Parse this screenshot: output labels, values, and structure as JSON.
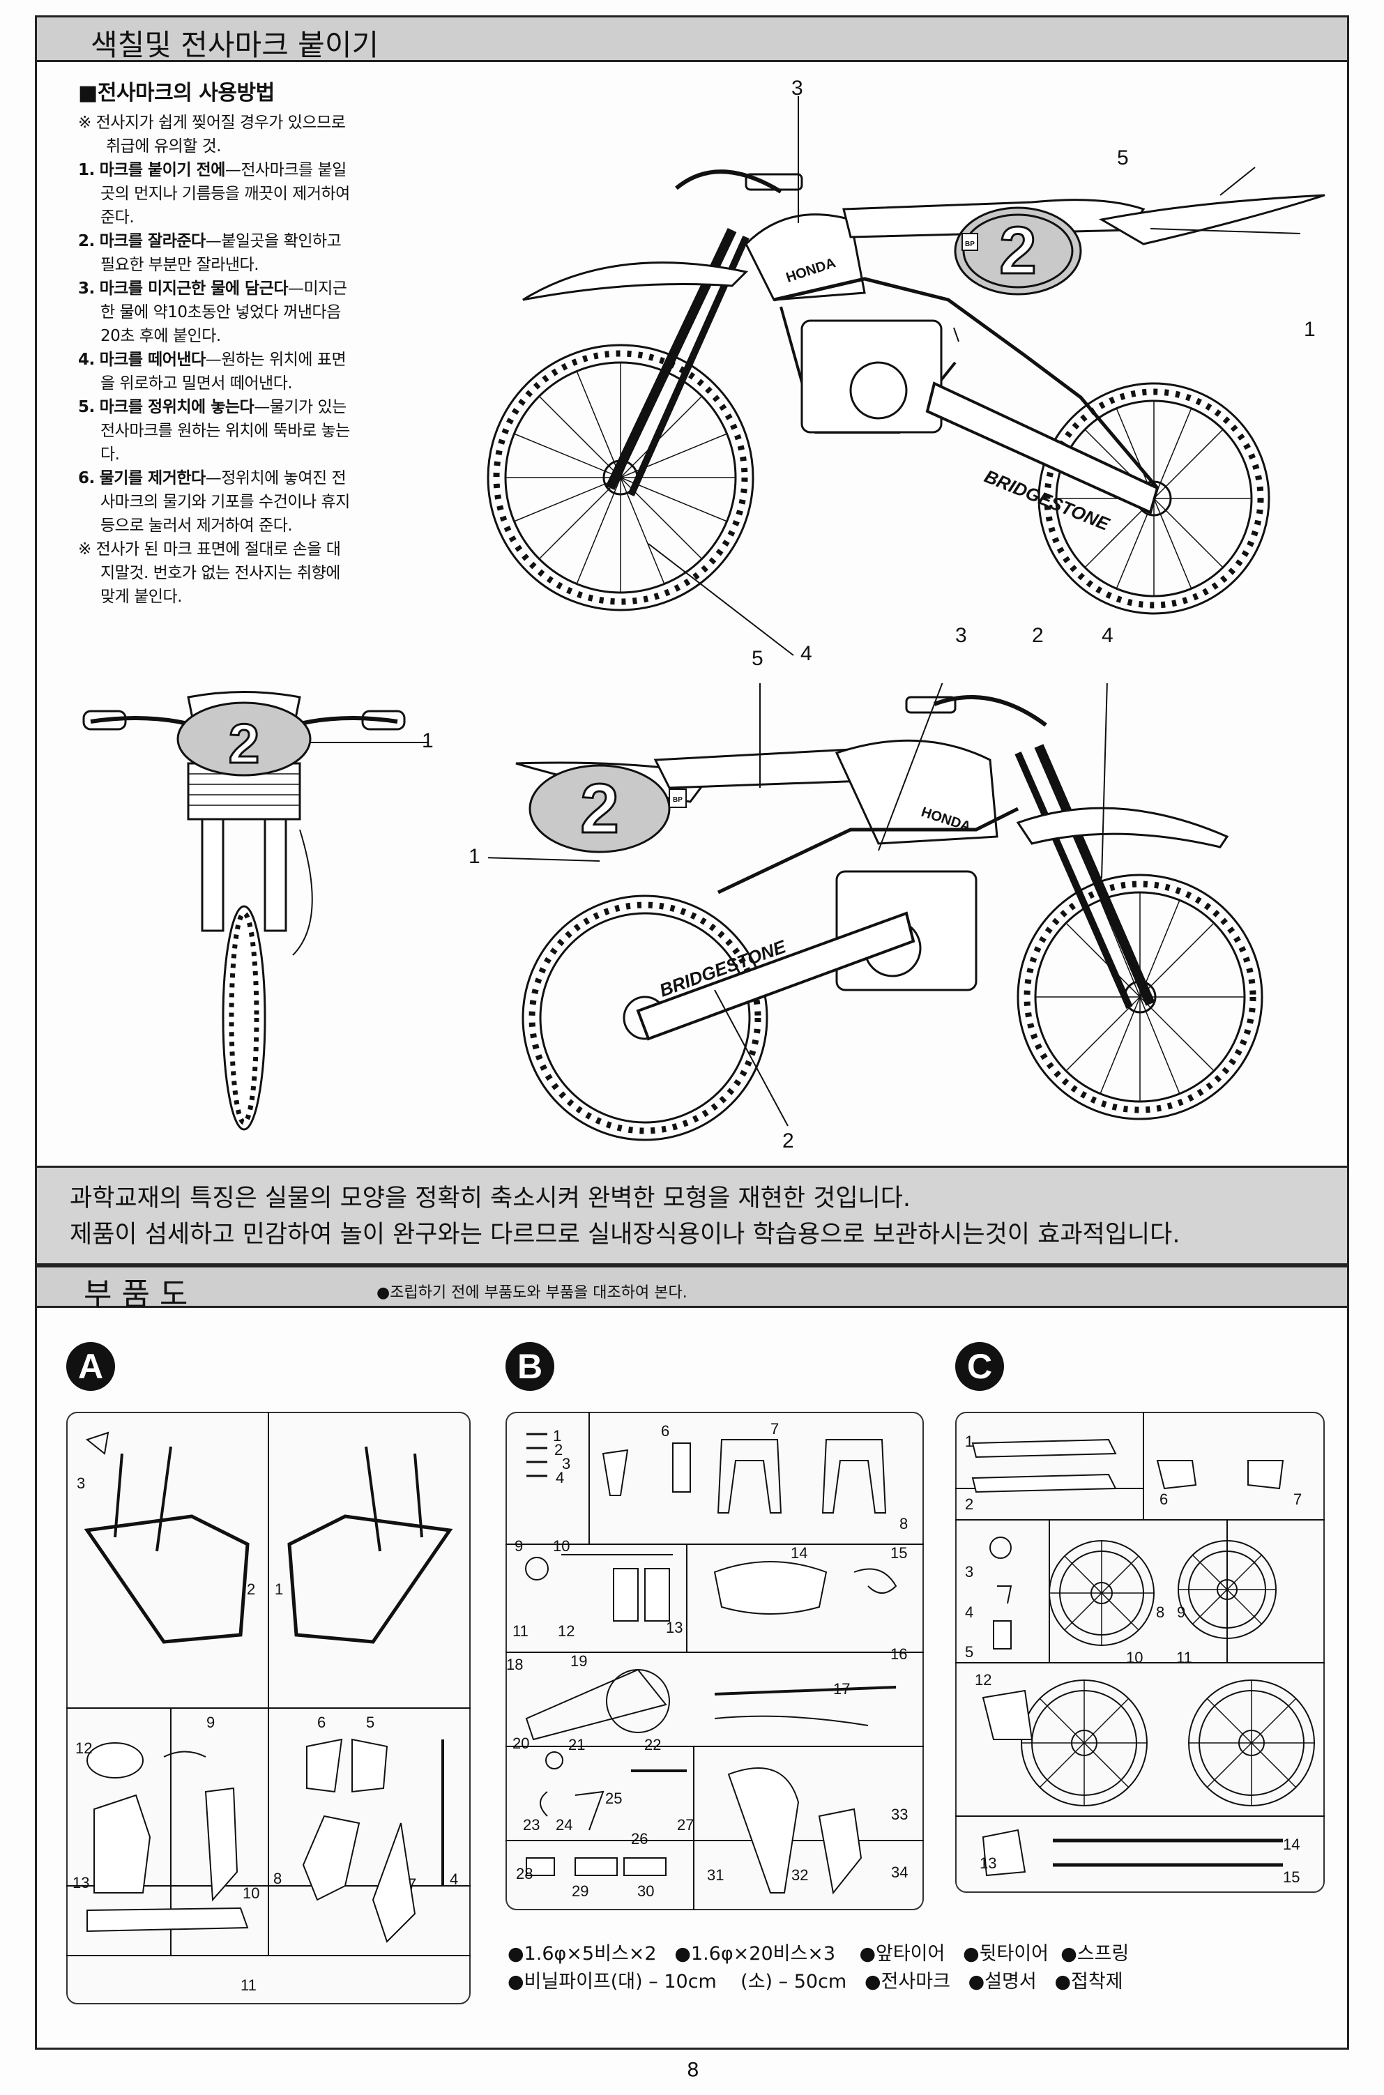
{
  "sec1": {
    "title": "색칠및 전사마크 붙이기",
    "decal": {
      "heading": "■전사마크의 사용방법",
      "note1_a": "※ 전사지가 쉽게 찢어질 경우가 있으므로",
      "note1_b": "취급에 유의할 것.",
      "steps": [
        {
          "n": "1.",
          "bold": "마크를 붙이기 전에",
          "lines": [
            "—전사마크를 붙일",
            "곳의 먼지나 기름등을 깨끗이 제거하여",
            "준다."
          ]
        },
        {
          "n": "2.",
          "bold": "마크를 잘라준다",
          "lines": [
            "—붙일곳을  확인하고",
            "필요한 부분만 잘라낸다."
          ]
        },
        {
          "n": "3.",
          "bold": "마크를 미지근한 물에 담근다",
          "lines": [
            "—미지근",
            "한 물에 약10초동안 넣었다 꺼낸다음",
            "20초 후에 붙인다."
          ]
        },
        {
          "n": "4.",
          "bold": "마크를 떼어낸다",
          "lines": [
            "—원하는 위치에 표면",
            "을 위로하고 밀면서 떼어낸다."
          ]
        },
        {
          "n": "5.",
          "bold": "마크를 정위치에 놓는다",
          "lines": [
            "—물기가 있는",
            "전사마크를 원하는 위치에 뚝바로 놓는",
            "다."
          ]
        },
        {
          "n": "6.",
          "bold": "물기를 제거한다",
          "lines": [
            "—정위치에 놓여진 전",
            "사마크의 물기와 기포를 수건이나 휴지",
            "등으로 눌러서 제거하여 준다."
          ]
        }
      ],
      "note2": [
        "※ 전사가 된 마크 표면에 절대로 손을 대",
        "지말것.  번호가 없는 전사지는 취향에",
        "맞게 붙인다."
      ]
    },
    "bike_number": "2",
    "brand_tank": "HONDA",
    "brand_swingarm": "BRIDGESTONE",
    "bp": "BP",
    "callouts_top": [
      "3",
      "5",
      "1",
      "4",
      "3",
      "2",
      "4"
    ],
    "callouts_front": [
      "1"
    ],
    "callouts_bottom": [
      "5",
      "1",
      "2"
    ],
    "footer_line1": "과학교재의 특징은 실물의 모양을 정확히 축소시켜 완벽한 모형을 재현한 것입니다.",
    "footer_line2": "제품이 섬세하고 민감하여 놀이 완구와는 다르므로 실내장식용이나 학습용으로 보관하시는것이 효과적입니다."
  },
  "sec2": {
    "title": "부 품 도",
    "subtitle": "●조립하기 전에 부품도와 부품을 대조하여 본다.",
    "sprues": [
      {
        "letter": "A"
      },
      {
        "letter": "B"
      },
      {
        "letter": "C"
      }
    ],
    "a_nums": [
      "3",
      "2",
      "1",
      "12",
      "9",
      "6",
      "5",
      "13",
      "10",
      "8",
      "7",
      "4",
      "11"
    ],
    "b_nums": [
      "1",
      "2",
      "3",
      "4",
      "6",
      "7",
      "8",
      "9",
      "10",
      "11",
      "12",
      "13",
      "14",
      "15",
      "16",
      "17",
      "18",
      "19",
      "20",
      "21",
      "22",
      "23",
      "24",
      "25",
      "26",
      "27",
      "28",
      "29",
      "30",
      "31",
      "32",
      "33",
      "34"
    ],
    "c_nums": [
      "1",
      "2",
      "3",
      "4",
      "5",
      "6",
      "7",
      "8",
      "9",
      "10",
      "11",
      "12",
      "13",
      "14",
      "15"
    ],
    "contents_line1": "●1.6φ×5비스×2   ●1.6φ×20비스×3    ●앞타이어   ●뒷타이어  ●스프링",
    "contents_line2": "●비닐파이프(대) – 10cm    (소) – 50cm   ●전사마크   ●설명서   ●접착제"
  },
  "page_number": "8"
}
